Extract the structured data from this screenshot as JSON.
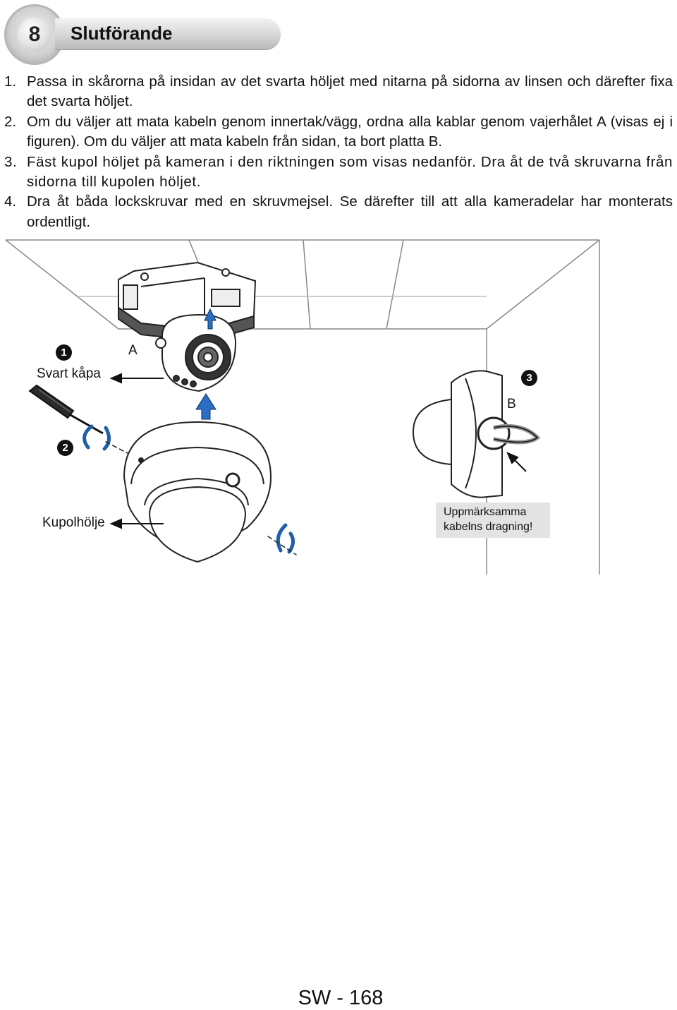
{
  "header": {
    "step_number": "8",
    "title": "Slutförande"
  },
  "instructions": [
    {
      "num": "1.",
      "text": "Passa in skårorna på insidan av det svarta höljet med nitarna på sidorna av linsen och därefter fixa det svarta höljet."
    },
    {
      "num": "2.",
      "text": "Om du väljer att mata kabeln genom innertak/vägg, ordna alla kablar genom vajerhålet A (visas ej i figuren). Om du väljer att mata kabeln från sidan, ta bort platta B."
    },
    {
      "num": "3.",
      "text": "Fäst kupol höljet på kameran i den riktningen som visas nedanför. Dra åt de två skruvarna från sidorna till kupolen höljet."
    },
    {
      "num": "4.",
      "text": "Dra åt båda lockskruvar med en skruvmejsel. Se därefter till att alla kameradelar har monterats ordentligt."
    }
  ],
  "figure": {
    "callout_1": "1",
    "callout_2": "2",
    "callout_3": "3",
    "label_a": "A",
    "label_b": "B",
    "label_black_cover": "Svart kåpa",
    "label_dome_cover": "Kupolhölje",
    "note_line1": "Uppmärksamma",
    "note_line2": "kabelns dragning!",
    "arrow_color": "#1f5fa8"
  },
  "footer": {
    "page_label": "SW - 168"
  }
}
